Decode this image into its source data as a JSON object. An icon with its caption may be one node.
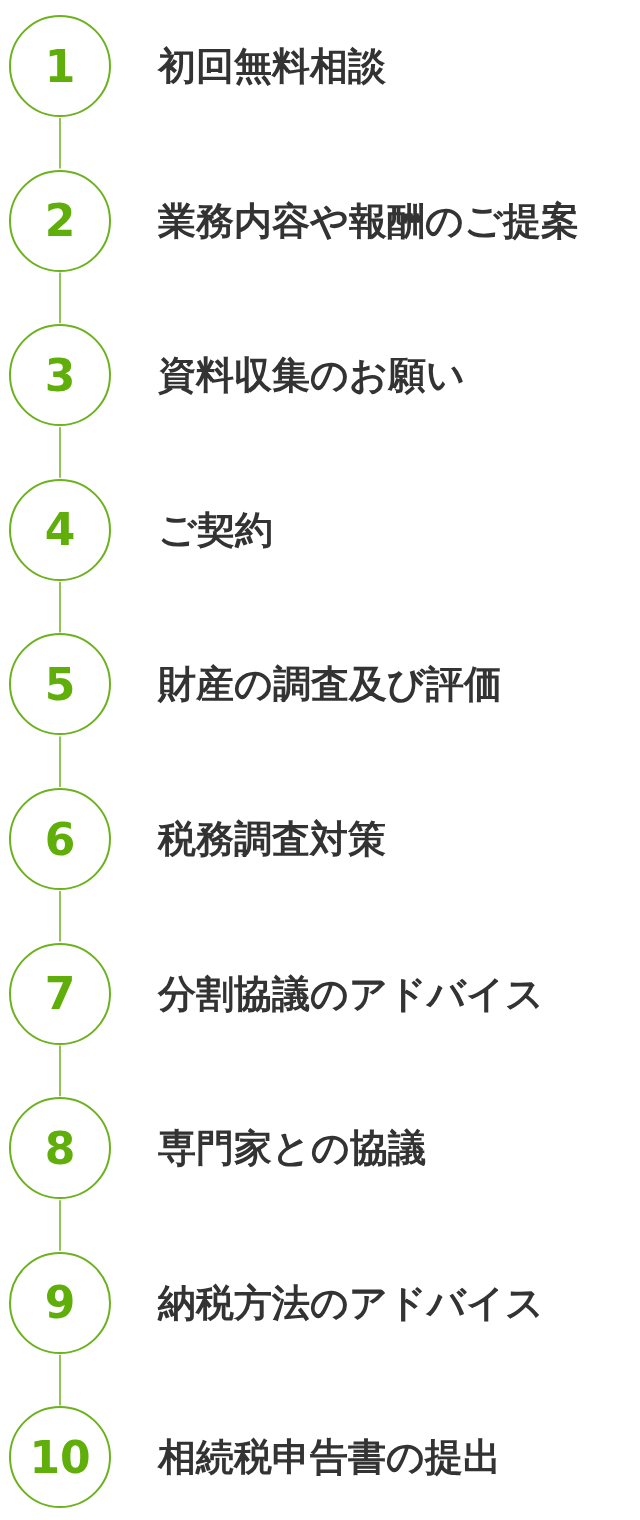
{
  "diagram": {
    "nodes": [
      {
        "text": [
          "1"
        ],
        "beside": [
          "初回無料相談"
        ]
      },
      {
        "text": [
          "2"
        ],
        "beside": [
          "業務内容や報酬のご提案"
        ]
      },
      {
        "text": [
          "3"
        ],
        "beside": [
          "資料収集のお願い"
        ]
      },
      {
        "text": [
          "4"
        ],
        "beside": [
          "ご契約"
        ]
      },
      {
        "text": [
          "5"
        ],
        "beside": [
          "財産の調査及び評価"
        ]
      },
      {
        "text": [
          "6"
        ],
        "beside": [
          "税務調査対策"
        ]
      },
      {
        "text": [
          "7"
        ],
        "beside": [
          "分割協議のアドバイス"
        ]
      },
      {
        "text": [
          "8"
        ],
        "beside": [
          "専門家との協議"
        ]
      },
      {
        "text": [
          "9"
        ],
        "beside": [
          "納税方法のアドバイス"
        ]
      },
      {
        "text": [
          "10"
        ],
        "beside": [
          "相続税申告書の提出"
        ]
      }
    ],
    "edges": [
      {
        "from": 0,
        "to": 1,
        "arrow": "none"
      },
      {
        "from": 1,
        "to": 2,
        "arrow": "none"
      },
      {
        "from": 2,
        "to": 3,
        "arrow": "none"
      },
      {
        "from": 3,
        "to": 4,
        "arrow": "none"
      },
      {
        "from": 4,
        "to": 5,
        "arrow": "none"
      },
      {
        "from": 5,
        "to": 6,
        "arrow": "none"
      },
      {
        "from": 6,
        "to": 7,
        "arrow": "none"
      },
      {
        "from": 7,
        "to": 8,
        "arrow": "none"
      },
      {
        "from": 8,
        "to": 9,
        "arrow": "none"
      }
    ]
  }
}
